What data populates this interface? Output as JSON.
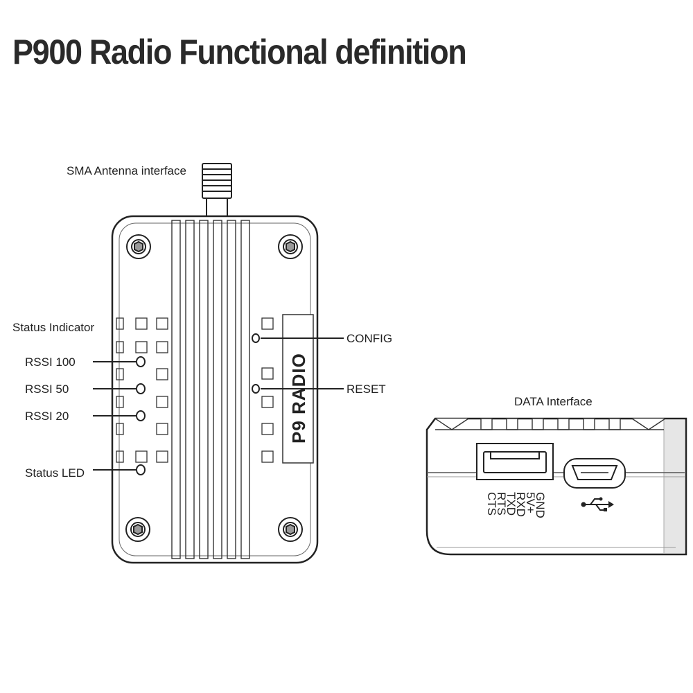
{
  "title": "P900 Radio Functional definition",
  "labels": {
    "antenna": "SMA Antenna interface",
    "status_indicator": "Status Indicator",
    "rssi_100": "RSSI 100",
    "rssi_50": "RSSI 50",
    "rssi_20": "RSSI 20",
    "status_led": "Status LED",
    "config": "CONFIG",
    "reset": "RESET",
    "data_interface": "DATA Interface",
    "brand_plate": "P9 RADIO"
  },
  "pins": [
    "GND",
    "5V+",
    "RXD",
    "TXD",
    "RTS",
    "CTS"
  ],
  "icons": {
    "usb": "usb-icon"
  }
}
